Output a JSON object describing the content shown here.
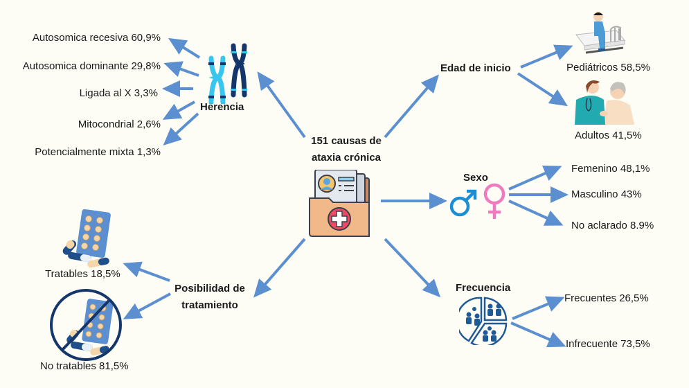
{
  "center": {
    "title_line1": "151 causas de",
    "title_line2": "ataxia crónica",
    "icon": "medical-folder-icon"
  },
  "herencia": {
    "label": "Herencia",
    "icon": "chromosome-icon",
    "items": [
      {
        "label": "Autosomica recesiva 60,9%"
      },
      {
        "label": "Autosomica dominante 29,8%"
      },
      {
        "label": "Ligada al X  3,3%"
      },
      {
        "label": "Mitocondrial 2,6%"
      },
      {
        "label": "Potencialmente mixta 1,3%"
      }
    ]
  },
  "edad": {
    "label": "Edad de inicio",
    "items": [
      {
        "label": "Pediátricos 58,5%",
        "icon": "child-patient-icon"
      },
      {
        "label": "Adultos 41,5%",
        "icon": "nurse-elderly-icon"
      }
    ]
  },
  "sexo": {
    "label": "Sexo",
    "male_icon": "male-symbol-icon",
    "female_icon": "female-symbol-icon",
    "items": [
      {
        "label": "Femenino 48,1%"
      },
      {
        "label": "Masculino 43%"
      },
      {
        "label": "No aclarado 8.9%"
      }
    ]
  },
  "frecuencia": {
    "label": "Frecuencia",
    "icon": "population-pie-icon",
    "items": [
      {
        "label": "Frecuentes 26,5%"
      },
      {
        "label": "Infrecuente 73,5%"
      }
    ]
  },
  "tratamiento": {
    "label_line1": "Posibilidad de",
    "label_line2": "tratamiento",
    "items": [
      {
        "label": "Tratables 18,5%",
        "icon": "pills-icon"
      },
      {
        "label": "No tratables 81,5%",
        "icon": "no-pills-icon"
      }
    ]
  },
  "colors": {
    "arrow": "#5b8fd0",
    "chromosome_light": "#38c6f0",
    "chromosome_dark": "#14366b",
    "male": "#1a8fd6",
    "female": "#ef7bbf",
    "pie_icon": "#1f5a96",
    "background": "#fdfdf6"
  }
}
